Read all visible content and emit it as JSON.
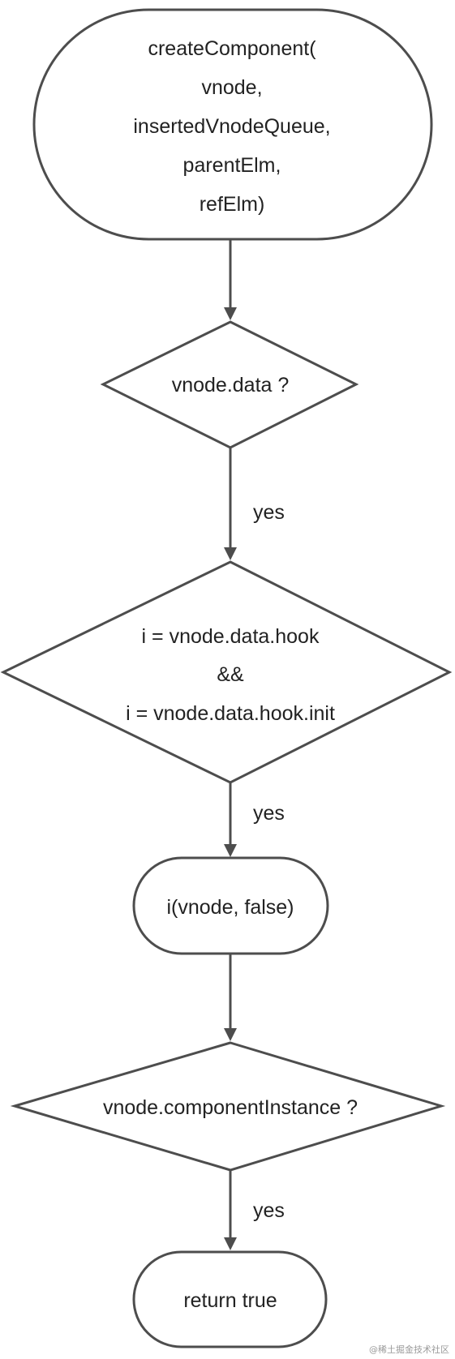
{
  "nodes": {
    "start": {
      "shape": "terminator",
      "lines": [
        "createComponent(",
        "vnode,",
        "insertedVnodeQueue,",
        "parentElm,",
        "refElm)"
      ]
    },
    "check_data": {
      "shape": "decision",
      "lines": [
        "vnode.data ?"
      ]
    },
    "check_hook": {
      "shape": "decision",
      "lines": [
        "i = vnode.data.hook",
        "&&",
        "i = vnode.data.hook.init"
      ]
    },
    "call_init": {
      "shape": "terminator",
      "lines": [
        "i(vnode, false)"
      ]
    },
    "check_instance": {
      "shape": "decision",
      "lines": [
        "vnode.componentInstance ?"
      ]
    },
    "end": {
      "shape": "terminator",
      "lines": [
        "return true"
      ]
    }
  },
  "edges": [
    {
      "from": "start",
      "to": "check_data",
      "label": ""
    },
    {
      "from": "check_data",
      "to": "check_hook",
      "label": "yes"
    },
    {
      "from": "check_hook",
      "to": "call_init",
      "label": "yes"
    },
    {
      "from": "call_init",
      "to": "check_instance",
      "label": ""
    },
    {
      "from": "check_instance",
      "to": "end",
      "label": "yes"
    }
  ],
  "watermark": "@稀土掘金技术社区",
  "colors": {
    "stroke": "#4d4d4d",
    "text": "#222222",
    "background": "#ffffff"
  }
}
